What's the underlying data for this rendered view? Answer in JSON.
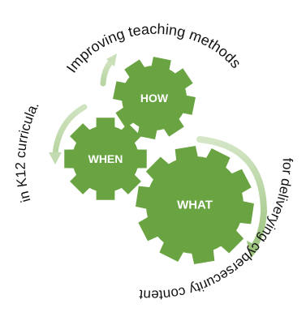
{
  "gears": [
    {
      "id": "how",
      "label": "HOW"
    },
    {
      "id": "when",
      "label": "WHEN"
    },
    {
      "id": "what",
      "label": "WHAT"
    }
  ],
  "captions": {
    "top": "Improving teaching methods",
    "left": "in K12 curricula.",
    "right": "for deliverying cybersecurity content"
  },
  "colors": {
    "gear": "#6aa442",
    "arrow_light": "#c5dcb3",
    "arrow_dark": "#a9c990",
    "text": "#111111"
  }
}
